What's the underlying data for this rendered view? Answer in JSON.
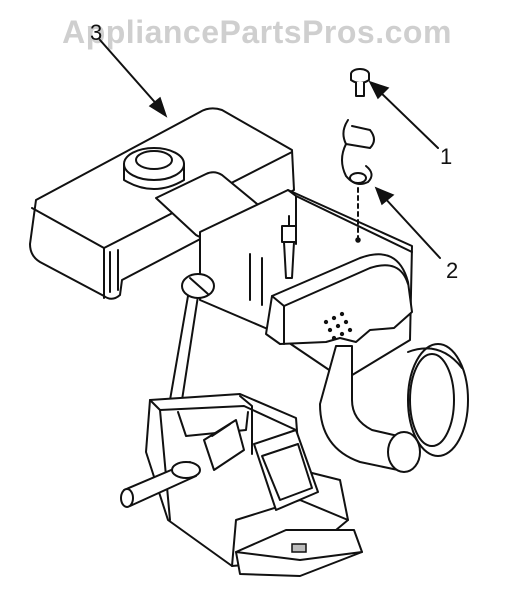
{
  "watermark": {
    "text": "AppliancePartsPros.com"
  },
  "callouts": [
    {
      "label": "1"
    },
    {
      "label": "2"
    },
    {
      "label": "3"
    }
  ]
}
